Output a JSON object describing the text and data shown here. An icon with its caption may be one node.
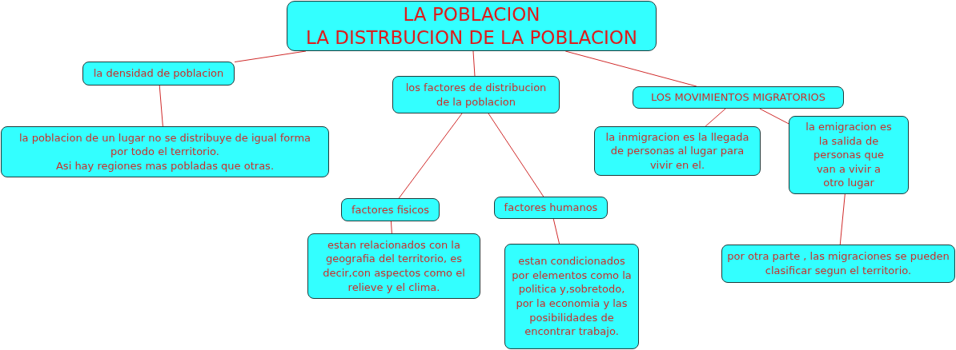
{
  "diagram": {
    "nodes": [
      {
        "text": [
          "LA POBLACION",
          "LA DISTRBUCION DE LA POBLACION"
        ]
      },
      {
        "text": [
          "la densidad de poblacion"
        ]
      },
      {
        "text": [
          "la poblacion de un lugar no se distribuye de igual forma por todo el territorio.",
          "Asi hay regiones mas pobladas que otras."
        ]
      },
      {
        "text": [
          "los factores de distribucion de la poblacion"
        ]
      },
      {
        "text": [
          "factores fisicos"
        ]
      },
      {
        "text": [
          "estan relacionados con la geografia del territorio, es decir,con aspectos como el relieve y el clima."
        ]
      },
      {
        "text": [
          "factores humanos"
        ]
      },
      {
        "text": [
          "estan condicionados por elementos como la politica y,sobretodo, por la economia y las posibilidades de encontrar trabajo."
        ]
      },
      {
        "text": [
          "LOS MOVIMIENTOS MIGRATORIOS"
        ]
      },
      {
        "text": [
          "la inmigracion es la llegada de personas al lugar para vivir en el."
        ]
      },
      {
        "text": [
          "la emigracion es la salida de personas que van a vivir a otro lugar"
        ]
      },
      {
        "text": [
          "por otra parte , las migraciones se pueden clasificar segun el territorio."
        ]
      }
    ],
    "edges": [
      {
        "from": 0,
        "to": 1,
        "arrow": "none"
      },
      {
        "from": 1,
        "to": 2,
        "arrow": "none"
      },
      {
        "from": 0,
        "to": 3,
        "arrow": "none"
      },
      {
        "from": 3,
        "to": 4,
        "arrow": "none"
      },
      {
        "from": 3,
        "to": 6,
        "arrow": "none"
      },
      {
        "from": 4,
        "to": 5,
        "arrow": "none"
      },
      {
        "from": 6,
        "to": 7,
        "arrow": "none"
      },
      {
        "from": 0,
        "to": 8,
        "arrow": "none"
      },
      {
        "from": 8,
        "to": 9,
        "arrow": "none"
      },
      {
        "from": 8,
        "to": 10,
        "arrow": "none"
      },
      {
        "from": 10,
        "to": 11,
        "arrow": "none"
      }
    ]
  }
}
